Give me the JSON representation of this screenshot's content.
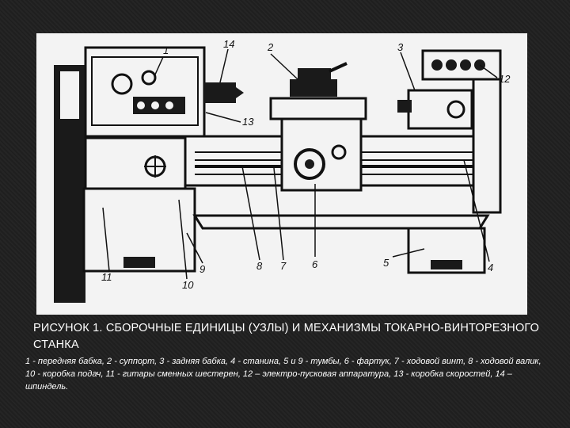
{
  "figure": {
    "labels": {
      "n1": "1",
      "n2": "2",
      "n3": "3",
      "n4": "4",
      "n5": "5",
      "n6": "6",
      "n7": "7",
      "n8": "8",
      "n9": "9",
      "n10": "10",
      "n11": "11",
      "n12": "12",
      "n13": "13",
      "n14": "14"
    }
  },
  "caption": {
    "title": "РИСУНОК 1. СБОРОЧНЫЕ ЕДИНИЦЫ (УЗЛЫ) И МЕХАНИЗМЫ ТОКАРНО-ВИНТОРЕЗНОГО СТАНКА",
    "legend": "1 - передняя бабка, 2 - суппорт, 3 - задняя бабка, 4 - станина, 5 и 9 - тумбы, 6 - фартук, 7 - ходовой винт, 8 - ходовой валик, 10 - коробка подач, 11 - гитары сменных шестерен, 12 – электро-пусковая аппаратура, 13 - коробка скоростей, 14 – шпиндель."
  }
}
